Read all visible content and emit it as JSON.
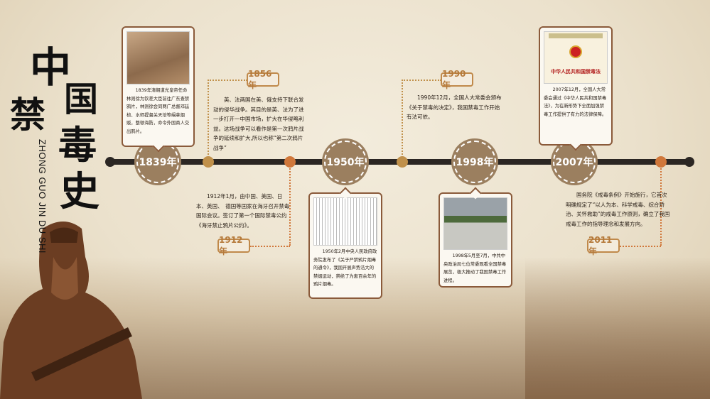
{
  "title": {
    "chars": [
      "中",
      "国",
      "禁",
      "毒",
      "史"
    ],
    "pinyin_line1": "ZHONG GUO",
    "pinyin_line2": "JIN DU SHI"
  },
  "colors": {
    "timeline": "#2b2623",
    "circle": "#9b7f5f",
    "gold_dot": "#c0904a",
    "orange_dot": "#d0773a",
    "label": "#b5793a",
    "card_border": "#8a5a3a"
  },
  "milestones": [
    {
      "year": "1839年",
      "style": "circle-with-card",
      "icon": "opium-destruction-photo",
      "text": "1839年清朝道光皇帝任命林则徐为钦差大臣前往广东查禁鸦片，林则徐会同两广总督邓廷桢、水师提督关天培等缉拿烟贩，整顿海防，命令外国商人交出鸦片。"
    },
    {
      "year": "1856年",
      "style": "label",
      "text": "英、法两国在美、俄支持下联合发动的侵华战争。其目的是英、法为了进一步打开一中国市场，扩大在华侵略利益。这场战争可以看作是第一次鸦片战争的延续和扩大,所以也称“第二次鸦片战争”"
    },
    {
      "year": "1912年",
      "style": "label",
      "text": "1912年1月，由中国、美国、日本、英国、　德国等国家在海牙召开禁毒国际会议。签订了第一个国际禁毒公约《海牙禁止鸦片公约》。"
    },
    {
      "year": "1950年",
      "style": "circle-with-card",
      "icon": "newspaper-photo",
      "text": "1950年2月中央人民政府政务院发布了《关于严禁鸦片烟毒的通令》，我国开展声势浩大的禁烟运动，禁绝了为患百余年的鸦片烟毒。"
    },
    {
      "year": "1990年",
      "style": "label",
      "text": "1990年12月，全国人大常委会颁布《关于禁毒的决定》，我国禁毒工作开始有法可依。"
    },
    {
      "year": "1998年",
      "style": "circle-with-card",
      "icon": "exhibition-square-photo",
      "text": "1998年5月至7月，中共中央政治局七位常委观看全国禁毒展览，极大推动了我国禁毒工作进程。"
    },
    {
      "year": "2007年",
      "style": "circle-with-card",
      "icon": "law-book-cover",
      "doc_title": "中华人民共和国禁毒法",
      "text": "2007年12月，全国人大常委会通过《中华人民共和国禁毒法》，为在新形势下全面加强禁毒工作提供了有力的法律保障。"
    },
    {
      "year": "2011年",
      "style": "label",
      "text": "国务院《戒毒条例》开始施行，它首次明确规定了“以人为本、科学戒毒、综合矫治、关怀救助”的戒毒工作原则，确立了我国戒毒工作的指导理念和发展方向。"
    }
  ]
}
